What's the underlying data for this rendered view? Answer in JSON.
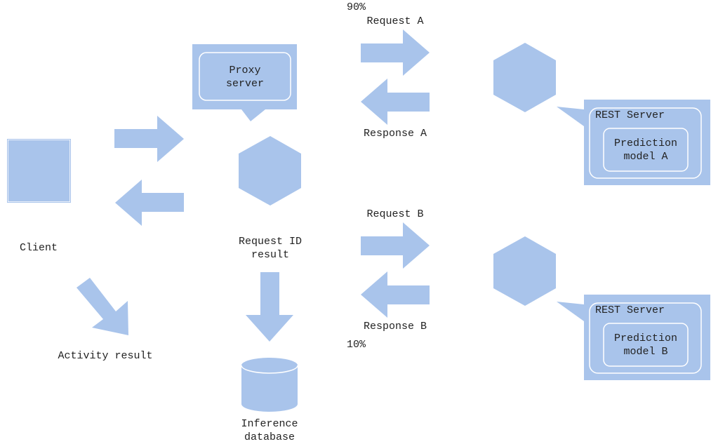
{
  "colors": {
    "fill": "#a9c4eb",
    "inner_border": "#ffffff",
    "text": "#222222"
  },
  "client": {
    "label": "Client"
  },
  "activity": {
    "label": "Activity result"
  },
  "proxy": {
    "line1": "Proxy",
    "line2": "server"
  },
  "request_id": {
    "line1": "Request ID",
    "line2": "result"
  },
  "database": {
    "line1": "Inference",
    "line2": "database"
  },
  "route_a": {
    "percent": "90%",
    "request": "Request A",
    "response": "Response A",
    "server": "REST Server",
    "model_line1": "Prediction",
    "model_line2": "model A"
  },
  "route_b": {
    "percent": "10%",
    "request": "Request B",
    "response": "Response B",
    "server": "REST Server",
    "model_line1": "Prediction",
    "model_line2": "model B"
  }
}
